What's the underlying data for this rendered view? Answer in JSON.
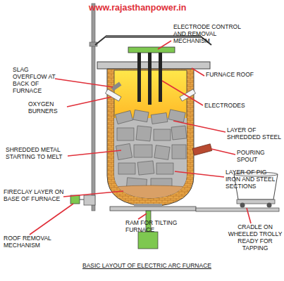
{
  "diagram": {
    "title": "BASIC LAYOUT OF ELECTRIC ARC FURNACE",
    "labels": [
      "www.rajasthanpower.in",
      "ELECTRODE CONTROL AND REMOVAL MECHANISM",
      "FURNACE ROOF",
      "SLAG OVERFLOW AT BACK OF FURNACE",
      "ELECTRODES",
      "OXYGEN BURNERS",
      "LAYER OF SHREDDED STEEL",
      "POURING SPOUT",
      "SHREDDED METAL STARTING TO MELT",
      "LAYER OF PIG IRON AND STEEL SECTIONS",
      "FIRECLAY LAYER ON BASE OF FURNACE",
      "RAM FOR TILTING FURNACE",
      "ROOF REMOVAL MECHANISM",
      "CRADLE ON WHEELED TROLLY READY FOR TAPPING"
    ]
  }
}
